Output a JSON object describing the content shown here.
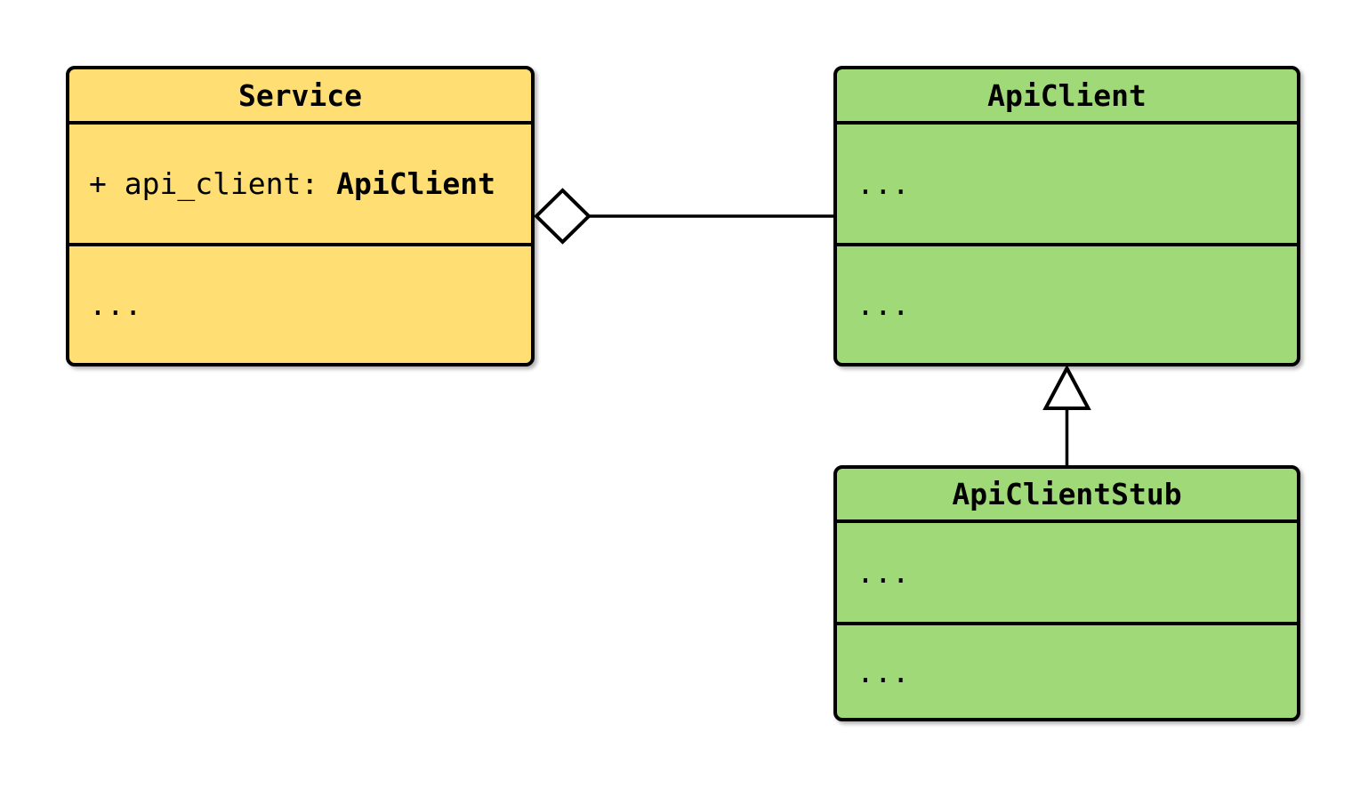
{
  "diagram_type": "uml-class-diagram",
  "colors": {
    "background": "#FFFFFF",
    "stroke": "#000000",
    "service_fill": "#FFDE73",
    "api_client_fill": "#A0D978",
    "connector_fill": "#FFFFFF"
  },
  "classes": {
    "service": {
      "title": "Service",
      "attribute_text": "+ api_client: ",
      "attribute_type": "ApiClient",
      "methods_placeholder": "..."
    },
    "api_client": {
      "title": "ApiClient",
      "attributes_placeholder": "...",
      "methods_placeholder": "..."
    },
    "api_client_stub": {
      "title": "ApiClientStub",
      "attributes_placeholder": "...",
      "methods_placeholder": "..."
    }
  },
  "relations": [
    {
      "type": "aggregation",
      "from": "Service",
      "to": "ApiClient"
    },
    {
      "type": "inheritance",
      "from": "ApiClientStub",
      "to": "ApiClient"
    }
  ]
}
